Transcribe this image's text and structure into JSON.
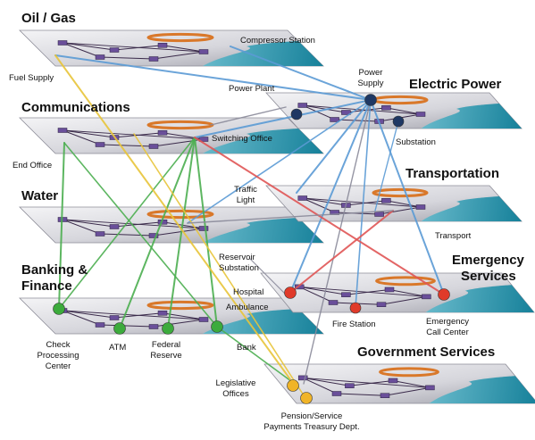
{
  "sectors": {
    "oil_gas": "Oil / Gas",
    "communications": "Communications",
    "water": "Water",
    "banking_1": "Banking &",
    "banking_2": "Finance",
    "electric_power": "Electric Power",
    "transportation": "Transportation",
    "emergency_1": "Emergency",
    "emergency_2": "Services",
    "government": "Government Services"
  },
  "nodes": {
    "compressor_station": "Compressor Station",
    "fuel_supply": "Fuel Supply",
    "power_supply_1": "Power",
    "power_supply_2": "Supply",
    "power_plant": "Power Plant",
    "switching_office": "Switching Office",
    "end_office": "End Office",
    "substation": "Substation",
    "traffic_light_1": "Traffic",
    "traffic_light_2": "Light",
    "transport": "Transport",
    "reservoir_1": "Reservoir",
    "reservoir_2": "Substation",
    "hospital": "Hospital",
    "ambulance": "Ambulance",
    "fire_station": "Fire Station",
    "emergency_call_1": "Emergency",
    "emergency_call_2": "Call Center",
    "check_processing_1": "Check",
    "check_processing_2": "Processing",
    "check_processing_3": "Center",
    "atm": "ATM",
    "federal_reserve_1": "Federal",
    "federal_reserve_2": "Reserve",
    "bank": "Bank",
    "legislative_1": "Legislative",
    "legislative_2": "Offices",
    "pension_1": "Pension/Service",
    "pension_2": "Payments Treasury Dept."
  },
  "colors": {
    "plane_light": "#f2f2f4",
    "plane_dark": "#a9aab2",
    "water": "#1c90a8",
    "water_light": "#7cc6d6",
    "ring": "#d9782a",
    "inner_line": "#3a2a4a",
    "box": "#6a4f9a",
    "link_blue": "#5b9bd5",
    "link_green": "#4caf50",
    "link_yellow": "#e8c53a",
    "link_red": "#e05656",
    "link_gray": "#8a8a9a",
    "node_navy": "#1f3864",
    "node_green": "#3cab3c",
    "node_red": "#e03a2a",
    "node_yellow": "#f0b428"
  }
}
